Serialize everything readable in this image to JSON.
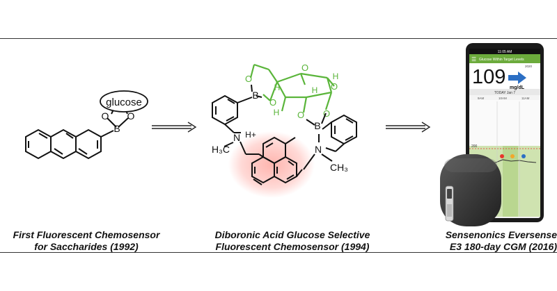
{
  "captions": {
    "left_line1": "First Fluorescent Chemosensor",
    "left_line2": "for Saccharides (1992)",
    "middle_line1": "Diboronic Acid Glucose Selective",
    "middle_line2": "Fluorescent Chemosensor (1994)",
    "right_line1": "Sensenonics Eversense",
    "right_line2": "E3 180-day CGM (2016)"
  },
  "molecule1": {
    "glucose_label": "glucose",
    "oxygen_1": "O",
    "oxygen_2": "O",
    "boron": "B"
  },
  "molecule2": {
    "boron_top": "B",
    "boron_right": "B",
    "oxygen_a": "O",
    "oxygen_b": "O",
    "oxygen_c": "O",
    "oxygen_d": "O",
    "oxygen_e": "O",
    "oxygen_f": "O",
    "h_1": "H",
    "h_2": "H",
    "h_3": "H",
    "h_4": "H",
    "amine_left": "N",
    "amine_plus": "H+",
    "amine_right": "N",
    "methyl_left": "H₃C",
    "methyl_right": "CH₃",
    "colors": {
      "glucose": "#5ab53a",
      "anthracene_glow": "#e8352b"
    }
  },
  "device": {
    "status_time": "11:05 AM",
    "header_text": "Glucose Within Target Levels",
    "indicator": "2020",
    "glucose_value": "109",
    "glucose_unit": "mg/dL",
    "day_label": "TODAY Jan 7",
    "times": [
      "9AM",
      "10AM",
      "11AM"
    ],
    "graph_level": "200",
    "colors": {
      "header": "#6cab3c",
      "arrow": "#2c6fc4",
      "band": "#cfe3b0"
    }
  }
}
